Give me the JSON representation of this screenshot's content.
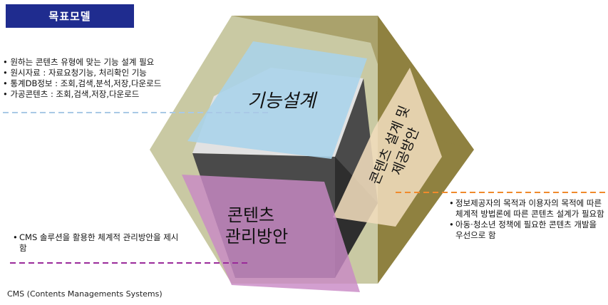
{
  "title": "목표모델",
  "faces": {
    "top": "기능설계",
    "right_line1": "콘텐츠 설계 및",
    "right_line2": "제공방안",
    "left_line1": "콘텐츠",
    "left_line2": "관리방안"
  },
  "left_notes": [
    "• 원하는 콘텐츠 유형에 맞는 기능 설계 필요",
    "• 원시자료 : 자료요청기능, 처리확인 기능",
    "• 통계DB정보 : 조회,검색,분석,저장,다운로드",
    "• 가공콘텐츠 : 조회,검색,저장,다운로드"
  ],
  "right_notes": [
    "정보제공자의 목적과 이용자의 목적에 따른 체계적 방법론에 따른 콘텐츠 설계가 필요함",
    "아동·청소년 정책에 필요한 콘텐츠 개발을 우선으로 함"
  ],
  "bottom_left_note": "CMS 솔루션을 활용한 체계적 관리방안을 제시함",
  "footnote": "CMS (Contents Managements Systems)",
  "colors": {
    "title_bg": "#1f2c8f",
    "hex_frame_light": "#c9c9a3",
    "hex_frame_dark": "#8f8140",
    "top_face": "#a9d3ea",
    "right_face": "#f0dcbc",
    "left_face": "#c98ac6",
    "dash_blue": "#a9c9e6",
    "dash_orange": "#f08a2c",
    "dash_purple": "#9a2b9a"
  }
}
